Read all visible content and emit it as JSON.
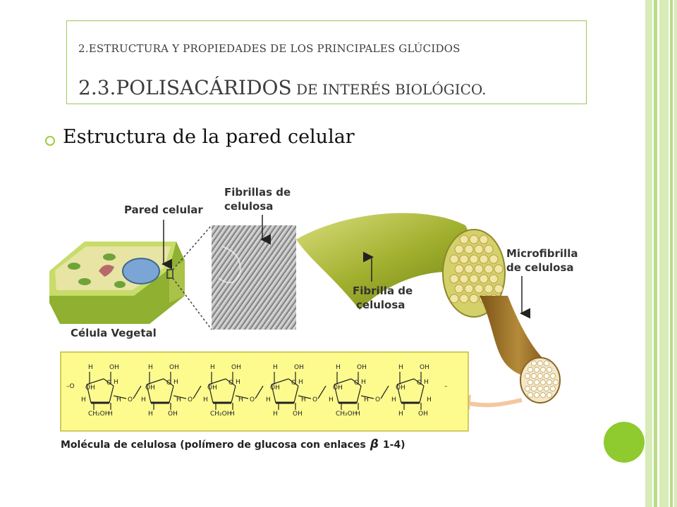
{
  "slide": {
    "heading_line1": "2.ESTRUCTURA Y PROPIEDADES DE LOS PRINCIPALES GLÚCIDOS",
    "heading_big": "2.3.POLISACÁRIDOS",
    "heading_tail": " DE INTERÉS BIOLÓGICO.",
    "bullet": "Estructura de la pared celular"
  },
  "figure": {
    "labels": {
      "pared_celular": "Pared celular",
      "fibrillas_1": "Fibrillas de",
      "fibrillas_2": "celulosa",
      "microfibrilla_1": "Microfibrilla",
      "microfibrilla_2": "de celulosa",
      "fibrilla_1": "Fibrilla de",
      "fibrilla_2": "celulosa",
      "celula_vegetal": "Célula Vegetal",
      "molecule_caption": "Molécula de celulosa (polímero de glucosa con enlaces",
      "beta": "β",
      "bond": "1-4)"
    },
    "chem": {
      "H": "H",
      "OH": "OH",
      "CH2OH": "CH₂OH",
      "O": "O",
      "bond_end": "–O"
    }
  },
  "colors": {
    "accent_green": "#8fca2f",
    "frame_green": "#9cc85a",
    "molecule_bg": "#fdfb8e"
  }
}
